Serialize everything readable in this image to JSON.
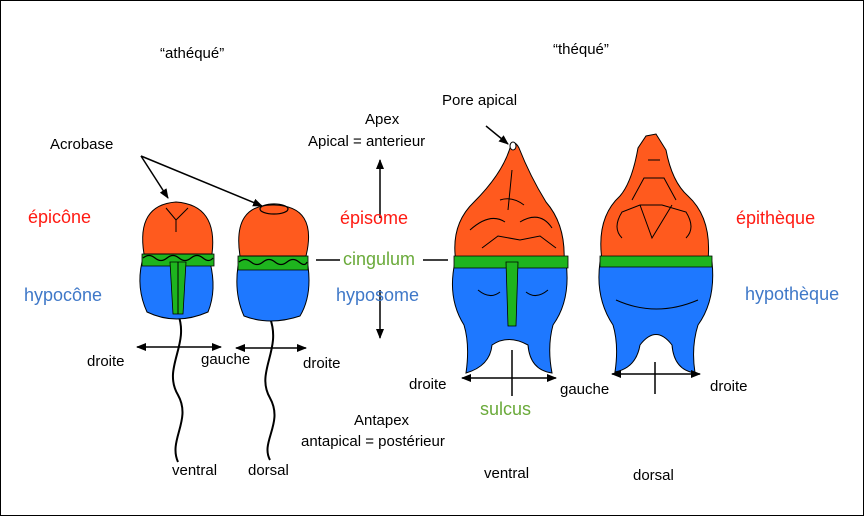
{
  "colors": {
    "epitheca_orange": "#ff5a1e",
    "hypotheca_blue": "#1e78ff",
    "cingulum_green": "#1eb41e",
    "label_red": "#ff1a12",
    "label_blue": "#3f78c8",
    "label_green": "#6aaa3a"
  },
  "headers": {
    "atheque": "“athéqué”",
    "theque": "“théqué”"
  },
  "left_labels": {
    "acrobase": "Acrobase",
    "epicone": "épicône",
    "hypocone": "hypocône"
  },
  "center_labels": {
    "apex": "Apex",
    "apical": "Apical = anterieur",
    "episome": "épisome",
    "cingulum": "cingulum",
    "hyposome": "hyposome",
    "antapex": "Antapex",
    "antapical": "antapical = postérieur",
    "sulcus": "sulcus"
  },
  "right_labels": {
    "pore_apical": "Pore apical",
    "epitheque": "épithèque",
    "hypotheque": "hypothèque"
  },
  "directions": {
    "droite": "droite",
    "gauche": "gauche"
  },
  "views": {
    "ventral": "ventral",
    "dorsal": "dorsal"
  }
}
